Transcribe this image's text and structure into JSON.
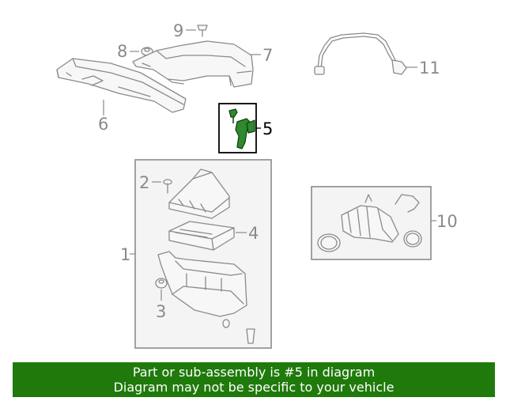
{
  "callouts": {
    "c1": "1",
    "c2": "2",
    "c3": "3",
    "c4": "4",
    "c5": "5",
    "c6": "6",
    "c7": "7",
    "c8": "8",
    "c9": "9",
    "c10": "10",
    "c11": "11"
  },
  "highlight_color": "#2f8a2f",
  "banner": {
    "line1": "Part or sub-assembly is #5 in diagram",
    "line2": "Diagram may not be specific to your vehicle",
    "color": "#1f7a0b"
  }
}
